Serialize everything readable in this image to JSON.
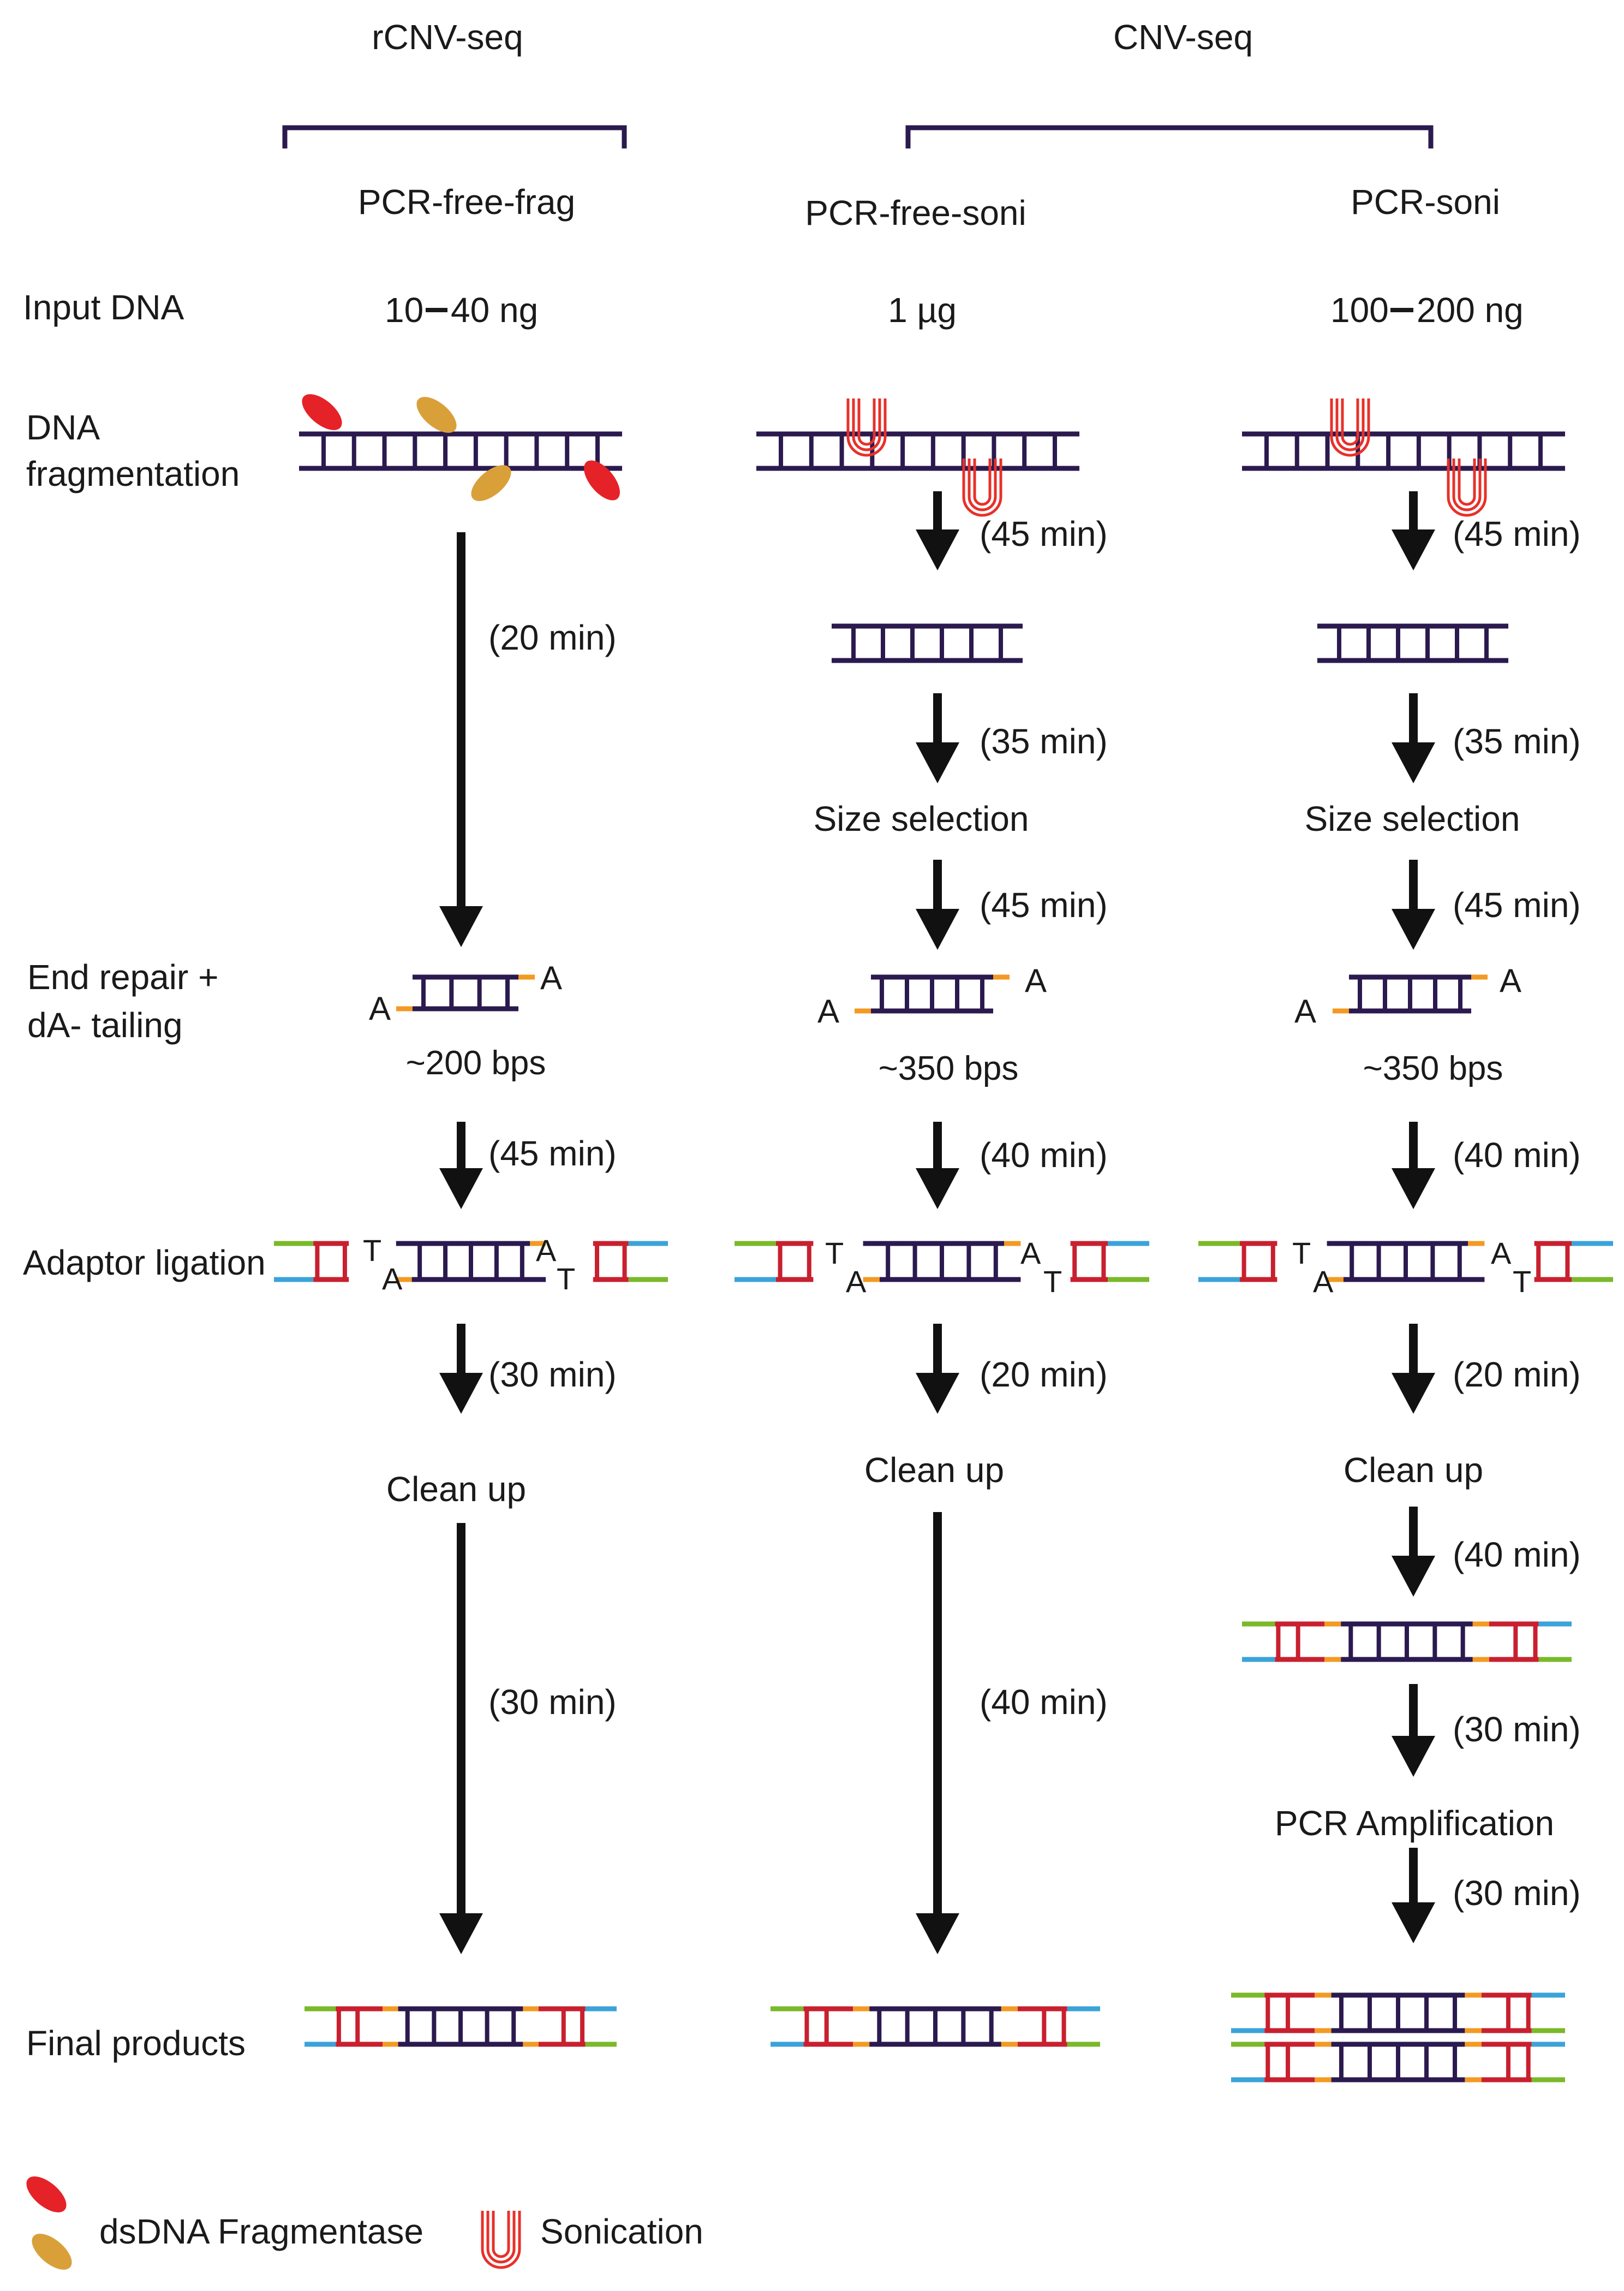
{
  "groups": {
    "rcnv": "rCNV-seq",
    "cnv": "CNV-seq"
  },
  "columns": {
    "frag": "PCR-free-frag",
    "free_soni": "PCR-free-soni",
    "soni": "PCR-soni"
  },
  "row_labels": {
    "input": "Input DNA",
    "frag_1": "DNA",
    "frag_2": "fragmentation",
    "repair_1": "End repair +",
    "repair_2": "dA- tailing",
    "adaptor": "Adaptor ligation",
    "final": "Final products"
  },
  "inputs": {
    "frag": "10 40 ng",
    "free_soni": "1 µg",
    "soni": "100 200 ng"
  },
  "inputs_display": {
    "frag_a": "10",
    "frag_b": "40 ng",
    "soni_a": "100",
    "soni_b": "200 ng"
  },
  "sizes": {
    "frag": "~200 bps",
    "free_soni": "~350 bps",
    "soni": "~350 bps"
  },
  "steps": {
    "size_selection": "Size selection",
    "clean_up": "Clean up",
    "pcr_amp": "PCR Amplification"
  },
  "bases": {
    "A": "A",
    "T": "T"
  },
  "times": {
    "frag": [
      "(20 min)",
      "(45 min)",
      "(30 min)",
      "(30 min)"
    ],
    "free_soni": [
      "(45 min)",
      "(35 min)",
      "(45 min)",
      "(40 min)",
      "(20 min)",
      "(40 min)"
    ],
    "soni": [
      "(45 min)",
      "(35 min)",
      "(45 min)",
      "(40 min)",
      "(20 min)",
      "(40 min)",
      "(30 min)",
      "(30 min)"
    ]
  },
  "legend": {
    "fragmentase": "dsDNA Fragmentase",
    "sonication": "Sonication"
  },
  "colors": {
    "dna": "#2b1a4f",
    "bracket": "#2b1a4f",
    "adapter_red": "#c8202f",
    "adapter_green": "#7ab929",
    "adapter_blue": "#3ba3d9",
    "tail_orange": "#f39a23",
    "fragmentase_red": "#e52228",
    "fragmentase_gold": "#d9a03a",
    "sonication": "#e8302a",
    "arrow": "#111111"
  },
  "icons": {
    "fragmentase": "scissors-enzyme-icon",
    "sonication": "sound-wave-icon"
  }
}
